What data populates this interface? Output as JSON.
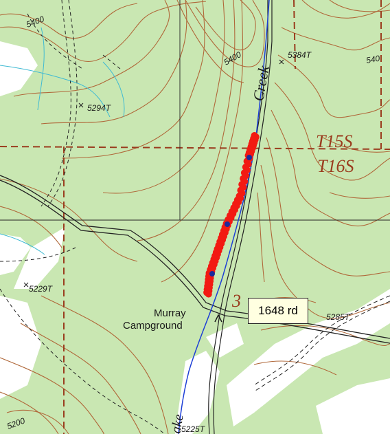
{
  "map": {
    "callout_label": "1648 rd",
    "campground_label_line1": "Murray",
    "campground_label_line2": "Campground",
    "township_north": "T15S",
    "township_south": "T16S",
    "section_number": "3",
    "creek_label": "Creek",
    "creek_label_partial": "ake",
    "elevations": [
      "5400",
      "5400",
      "5384T",
      "5294T",
      "5229T",
      "5285T",
      "5225T",
      "5200",
      "540"
    ],
    "colors": {
      "land_green": "#c9e7b2",
      "clearing_white": "#ffffff",
      "contour_brown": "#b0683a",
      "water_blue": "#1d3fd6",
      "survey_red": "#9a3c1e",
      "track_red": "#f21a12",
      "waypoint_blue": "#1b2a9c",
      "callout_bg": "#ffffe1"
    }
  }
}
